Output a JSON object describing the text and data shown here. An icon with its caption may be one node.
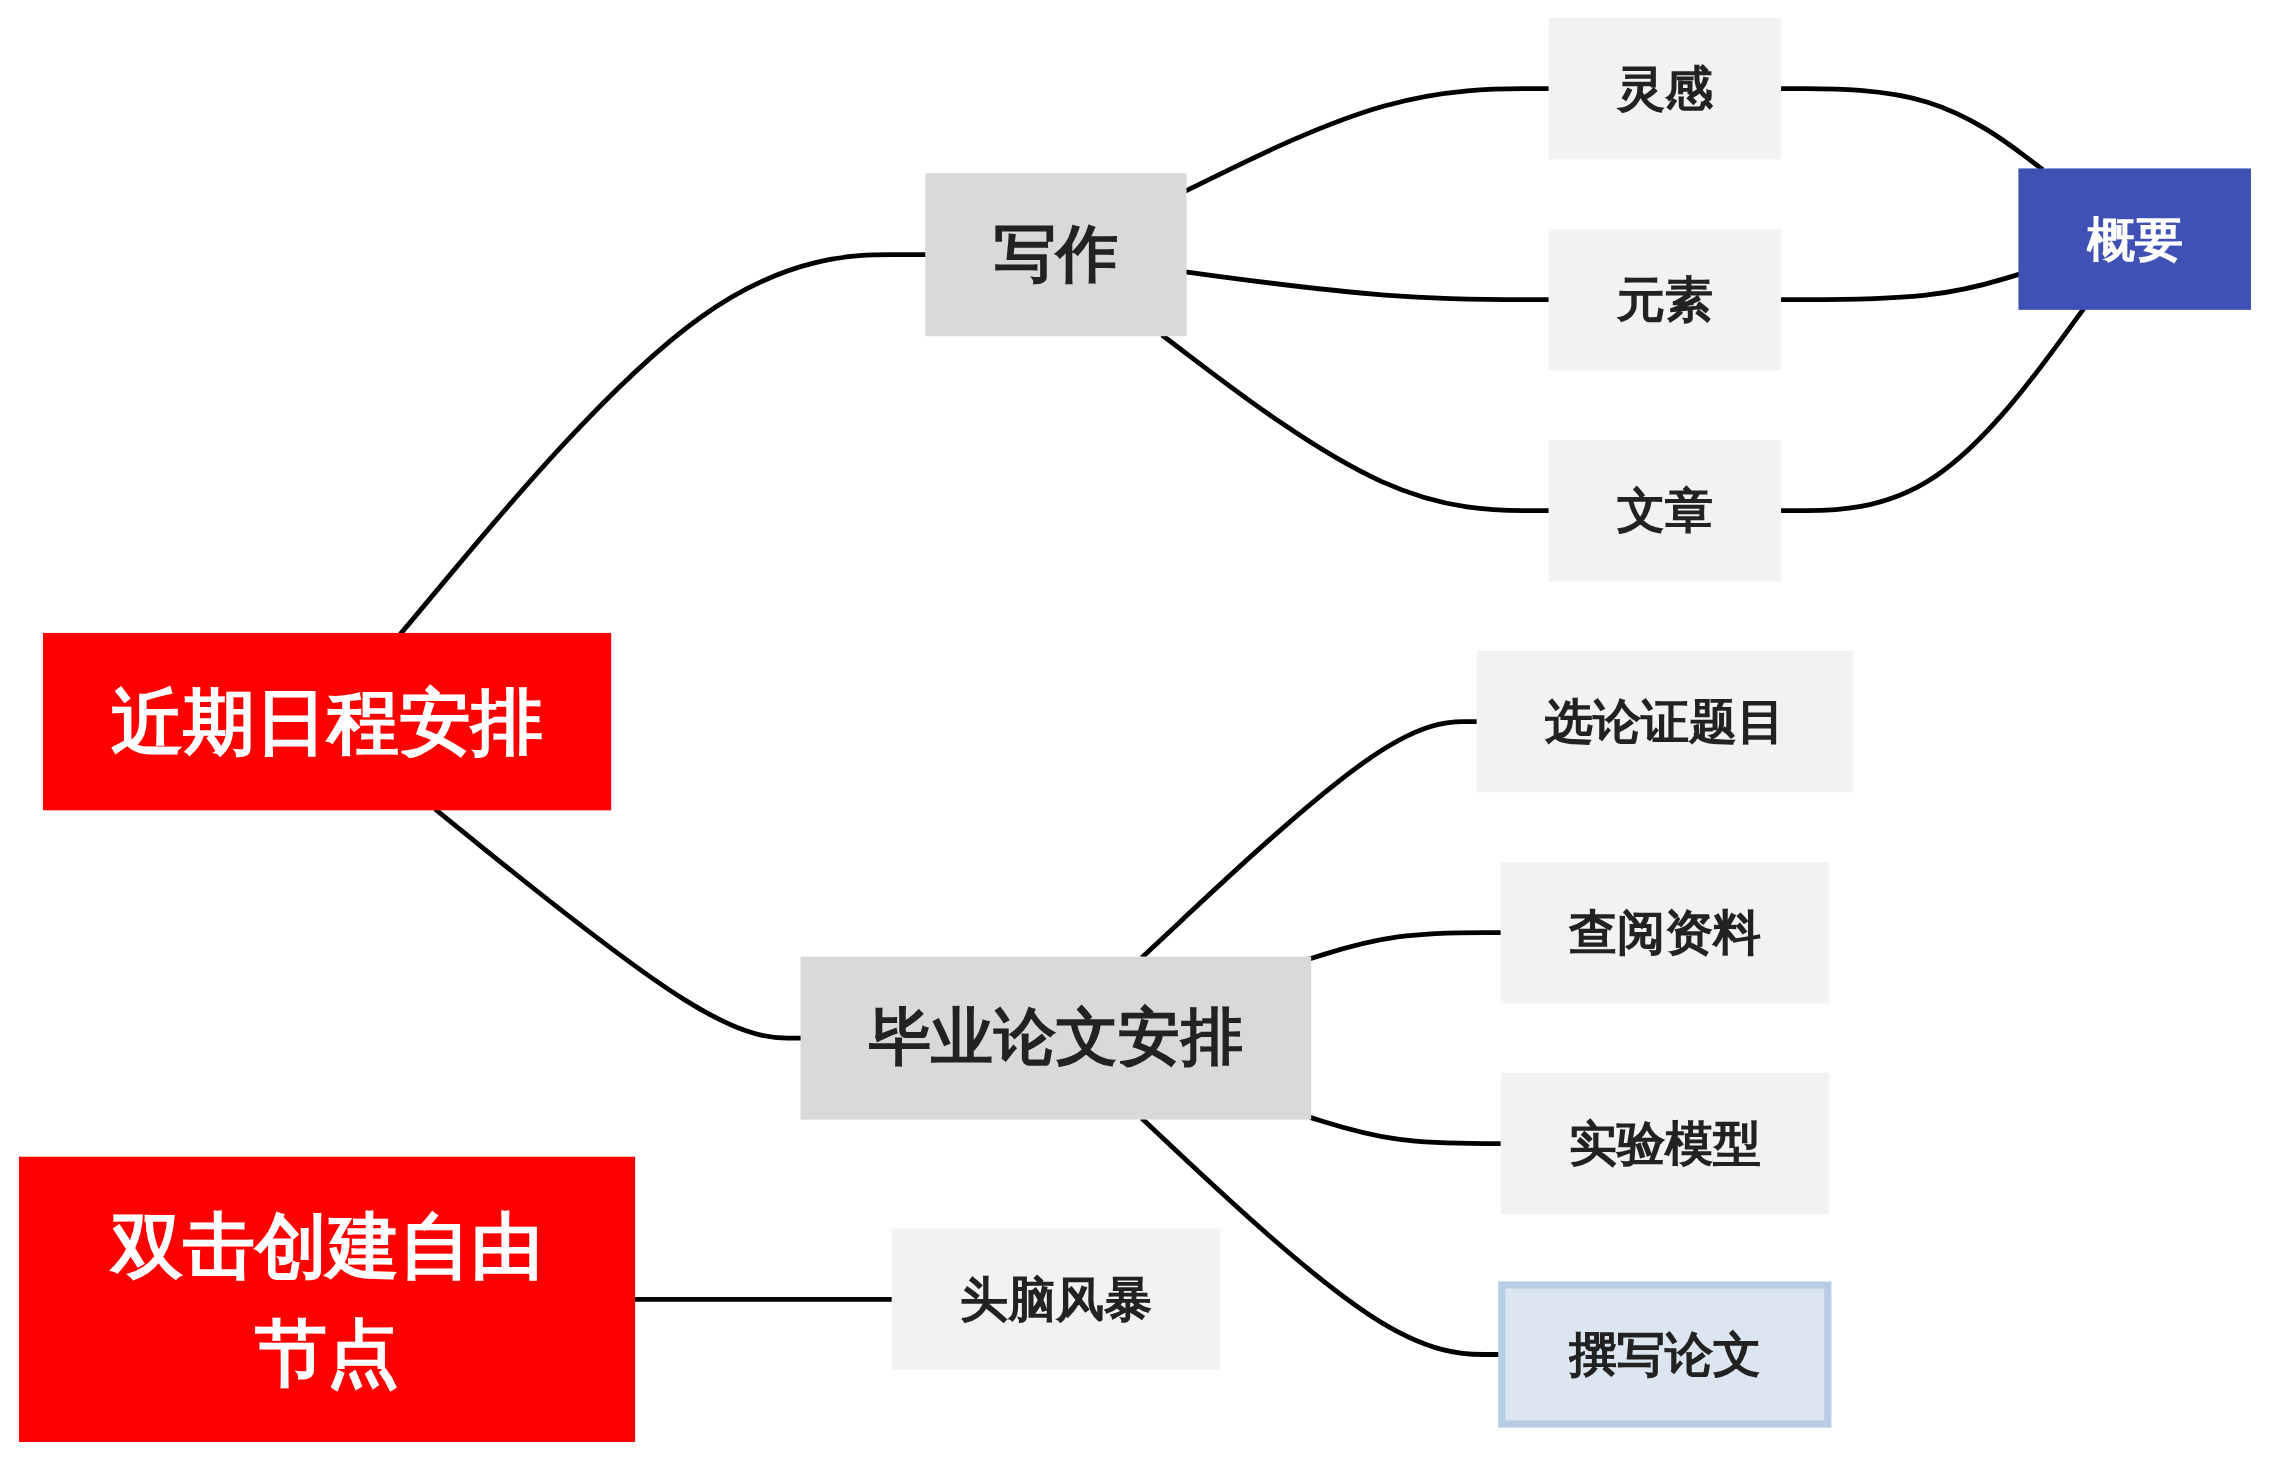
{
  "diagram": {
    "nodes": [
      {
        "text": [
          "近期日程安排"
        ]
      },
      {
        "text": [
          "写作"
        ]
      },
      {
        "text": [
          "灵感"
        ]
      },
      {
        "text": [
          "元素"
        ]
      },
      {
        "text": [
          "文章"
        ]
      },
      {
        "text": [
          "概要"
        ]
      },
      {
        "text": [
          "毕业论文安排"
        ]
      },
      {
        "text": [
          "选论证题目"
        ]
      },
      {
        "text": [
          "查阅资料"
        ]
      },
      {
        "text": [
          "实验模型"
        ]
      },
      {
        "text": [
          "撰写论文"
        ]
      },
      {
        "text": [
          "双击创建自由节点"
        ]
      },
      {
        "text": [
          "头脑风暴"
        ]
      }
    ],
    "edges": [
      {
        "from": 0,
        "to": 1,
        "arrow": "none"
      },
      {
        "from": 1,
        "to": 2,
        "arrow": "none"
      },
      {
        "from": 1,
        "to": 3,
        "arrow": "none"
      },
      {
        "from": 1,
        "to": 4,
        "arrow": "none"
      },
      {
        "from": 2,
        "to": 5,
        "arrow": "none"
      },
      {
        "from": 3,
        "to": 5,
        "arrow": "none"
      },
      {
        "from": 4,
        "to": 5,
        "arrow": "none"
      },
      {
        "from": 0,
        "to": 6,
        "arrow": "none"
      },
      {
        "from": 6,
        "to": 7,
        "arrow": "none"
      },
      {
        "from": 6,
        "to": 8,
        "arrow": "none"
      },
      {
        "from": 6,
        "to": 9,
        "arrow": "none"
      },
      {
        "from": 6,
        "to": 10,
        "arrow": "none"
      },
      {
        "from": 11,
        "to": 12,
        "arrow": "none"
      }
    ]
  }
}
